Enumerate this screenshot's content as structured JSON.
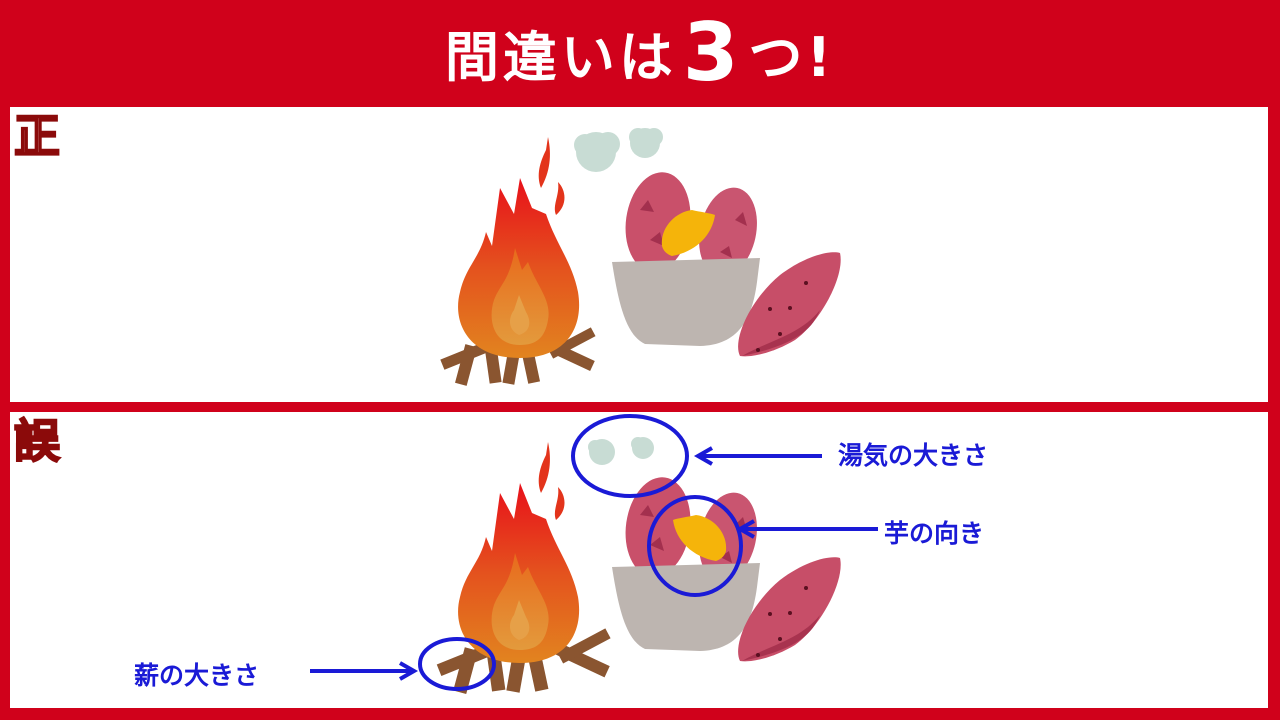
{
  "title": {
    "prefix": "間違いは",
    "count": "3",
    "suffix": "つ!"
  },
  "panels": {
    "correct": {
      "label": "正"
    },
    "wrong": {
      "label": "誤"
    }
  },
  "differences": [
    {
      "label": "湯気の大きさ"
    },
    {
      "label": "芋の向き"
    },
    {
      "label": "薪の大きさ"
    }
  ],
  "colors": {
    "frame": "#d0011b",
    "annotation": "#1a1ad6"
  }
}
